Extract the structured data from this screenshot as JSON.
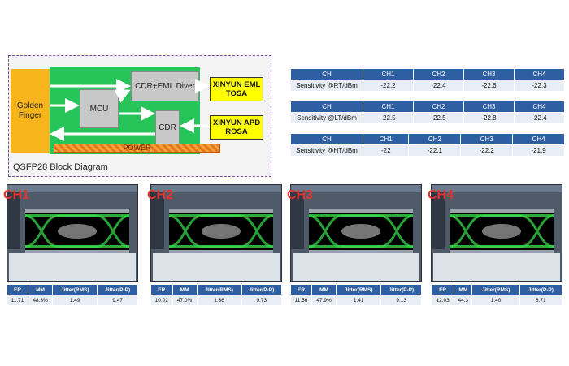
{
  "block_diagram": {
    "golden_finger": "Golden Finger",
    "mcu": "MCU",
    "driver": "CDR+EML Diver",
    "cdr": "CDR",
    "tosa": "XINYUN EML TOSA",
    "rosa": "XINYUN APD ROSA",
    "power": "POWER",
    "caption": "QSFP28  Block Diagram"
  },
  "sensitivity": {
    "header": [
      "CH",
      "CH1",
      "CH2",
      "CH3",
      "CH4"
    ],
    "rows": [
      [
        "Sensitivity @RT/dBm",
        "-22.2",
        "-22.4",
        "-22.6",
        "-22.3"
      ],
      [
        "Sensitivity @LT/dBm",
        "-22.5",
        "-22.5",
        "-22.8",
        "-22.4"
      ],
      [
        "Sensitivity @HT/dBm",
        "-22",
        "-22.1",
        "-22.2",
        "-21.9"
      ]
    ]
  },
  "eye_measure_headers": [
    "ER",
    "MM",
    "Jitter(RMS)",
    "Jitter(P-P)"
  ],
  "channels": [
    {
      "label": "CH1",
      "values": [
        "11.71",
        "48.3%",
        "1.49",
        "9.47"
      ]
    },
    {
      "label": "CH2",
      "values": [
        "10.02",
        "47.0%",
        "1.36",
        "9.73"
      ]
    },
    {
      "label": "CH3",
      "values": [
        "11.56",
        "47.9%",
        "1.41",
        "9.13"
      ]
    },
    {
      "label": "CH4",
      "values": [
        "12.03",
        "44.3",
        "1.40",
        "8.71"
      ]
    }
  ],
  "colors": {
    "table_header": "#2e5fa3",
    "eye_trace": "#36d64a",
    "channel_label": "#e3342f"
  }
}
